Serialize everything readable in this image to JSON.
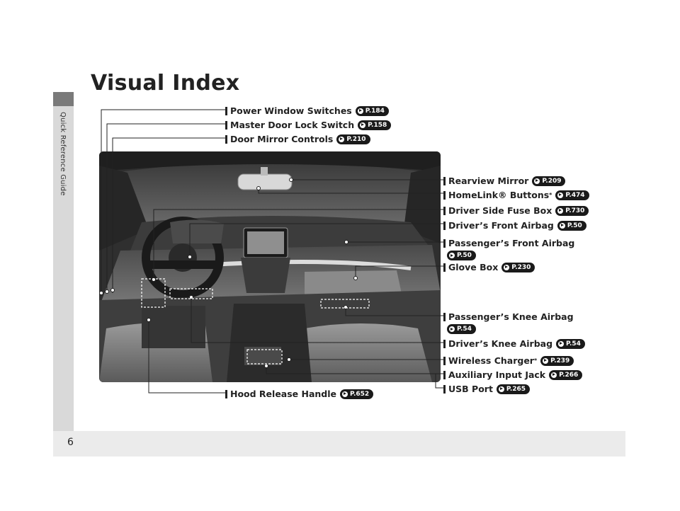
{
  "page": {
    "title": "Visual Index",
    "section": "Quick Reference Guide",
    "number": "6"
  },
  "callouts": [
    {
      "label": "Power Window Switches",
      "ref": "P.184"
    },
    {
      "label": "Master Door Lock Switch",
      "ref": "P.158"
    },
    {
      "label": "Door Mirror Controls",
      "ref": "P.210"
    },
    {
      "label": "Rearview Mirror",
      "ref": "P.209"
    },
    {
      "label": "HomeLink® Buttons",
      "sup": "*",
      "ref": "P.474"
    },
    {
      "label": "Driver Side Fuse Box",
      "ref": "P.730"
    },
    {
      "label": "Driver’s Front Airbag",
      "ref": "P.50"
    },
    {
      "label": "Passenger’s Front Airbag",
      "ref": "P.50"
    },
    {
      "label": "Glove Box",
      "ref": "P.230"
    },
    {
      "label": "Passenger’s Knee Airbag",
      "ref": "P.54"
    },
    {
      "label": "Driver’s Knee Airbag",
      "ref": "P.54"
    },
    {
      "label": "Wireless Charger",
      "sup": "*",
      "ref": "P.239"
    },
    {
      "label": "Auxiliary Input Jack",
      "ref": "P.266"
    },
    {
      "label": "USB Port",
      "ref": "P.265"
    },
    {
      "label": "Hood Release Handle",
      "ref": "P.652"
    }
  ],
  "colors": {
    "photo_dark": "#2e2e2e",
    "photo_mid": "#6b6b6b",
    "photo_light": "#b8b8b8",
    "badge": "#1a1a1a"
  }
}
